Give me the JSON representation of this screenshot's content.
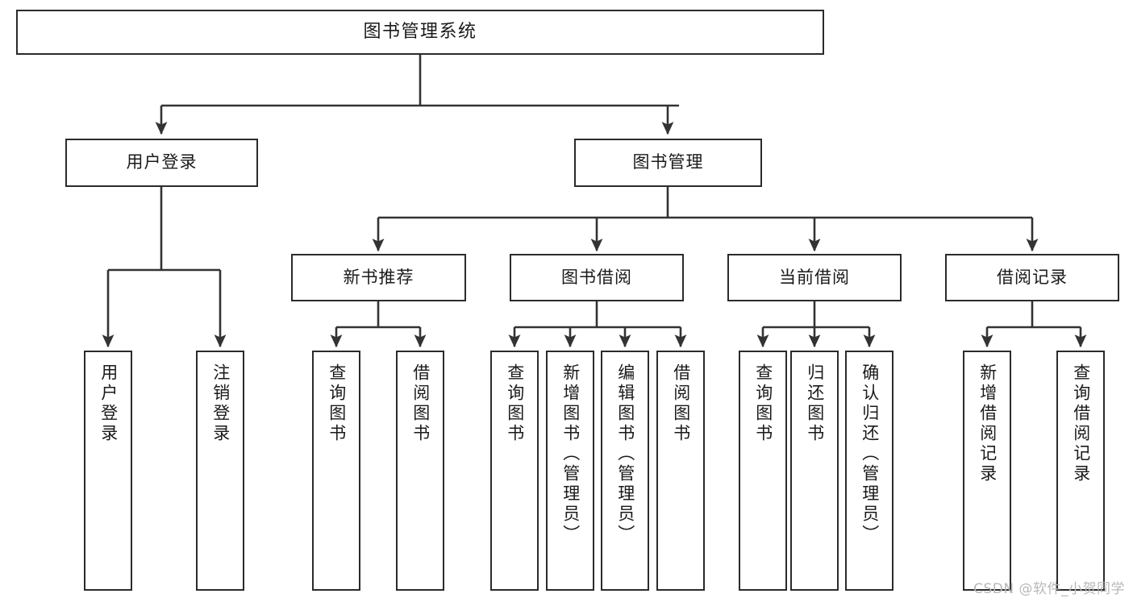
{
  "diagram": {
    "type": "hierarchy-tree",
    "title": "图书管理系统",
    "orientation": "top-down",
    "colors": {
      "box_border": "#2b2b2b",
      "box_fill": "#ffffff",
      "connector": "#333333",
      "text": "#1a1a1a",
      "watermark": "#b8b8b8"
    },
    "watermark": "CSDN @软件_小贺同学",
    "root": {
      "label": "图书管理系统"
    },
    "level2": [
      {
        "id": "user-login",
        "label": "用户登录"
      },
      {
        "id": "book-management",
        "label": "图书管理"
      }
    ],
    "level3": [
      {
        "id": "new-book-recommend",
        "label": "新书推荐"
      },
      {
        "id": "book-borrow",
        "label": "图书借阅"
      },
      {
        "id": "current-borrow",
        "label": "当前借阅"
      },
      {
        "id": "borrow-record",
        "label": "借阅记录"
      }
    ],
    "leaves": {
      "user_login": [
        {
          "id": "leaf-user-login",
          "label": "用户登录"
        },
        {
          "id": "leaf-logout-login",
          "label": "注销登录"
        }
      ],
      "new_book_recommend": [
        {
          "id": "leaf-query-book-1",
          "label": "查询图书"
        },
        {
          "id": "leaf-borrow-book-1",
          "label": "借阅图书"
        }
      ],
      "book_borrow": [
        {
          "id": "leaf-query-book-2",
          "label": "查询图书"
        },
        {
          "id": "leaf-add-book",
          "label": "新增图书（管理员）"
        },
        {
          "id": "leaf-edit-book",
          "label": "编辑图书（管理员）"
        },
        {
          "id": "leaf-borrow-book-2",
          "label": "借阅图书"
        }
      ],
      "current_borrow": [
        {
          "id": "leaf-query-book-3",
          "label": "查询图书"
        },
        {
          "id": "leaf-return-book",
          "label": "归还图书"
        },
        {
          "id": "leaf-confirm-return",
          "label": "确认归还（管理员）"
        }
      ],
      "borrow_record": [
        {
          "id": "leaf-add-record",
          "label": "新增借阅记录"
        },
        {
          "id": "leaf-query-record",
          "label": "查询借阅记录"
        }
      ]
    }
  }
}
